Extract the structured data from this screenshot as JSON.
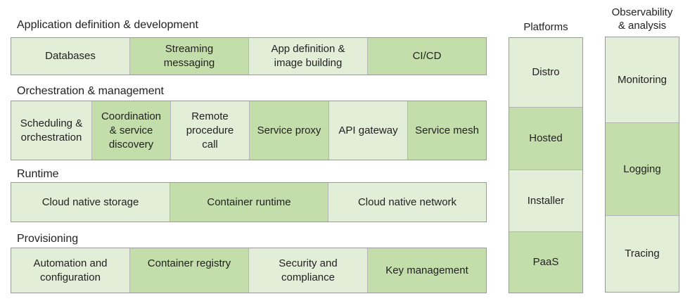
{
  "app_def": {
    "title": "Application definition & development",
    "cells": [
      "Databases",
      "Streaming\nmessaging",
      "App definition &\nimage building",
      "CI/CD"
    ]
  },
  "orchestration": {
    "title": "Orchestration & management",
    "cells": [
      "Scheduling &\norchestration",
      "Coordination\n& service\ndiscovery",
      "Remote\nprocedure\ncall",
      "Service proxy",
      "API gateway",
      "Service mesh"
    ]
  },
  "runtime": {
    "title": "Runtime",
    "cells": [
      "Cloud native storage",
      "Container runtime",
      "Cloud native network"
    ]
  },
  "provisioning": {
    "title": "Provisioning",
    "cells": [
      "Automation and\nconfiguration",
      "Container registry",
      "Security and\ncompliance",
      "Key management"
    ]
  },
  "platforms": {
    "title": "Platforms",
    "cells": [
      "Distro",
      "Hosted",
      "Installer",
      "PaaS"
    ]
  },
  "observability": {
    "title": "Observability\n& analysis",
    "cells": [
      "Monitoring",
      "Logging",
      "Tracing"
    ]
  },
  "colors": {
    "light": "#e3eed8",
    "dark": "#c3deaa",
    "border": "#9a9a9a"
  }
}
